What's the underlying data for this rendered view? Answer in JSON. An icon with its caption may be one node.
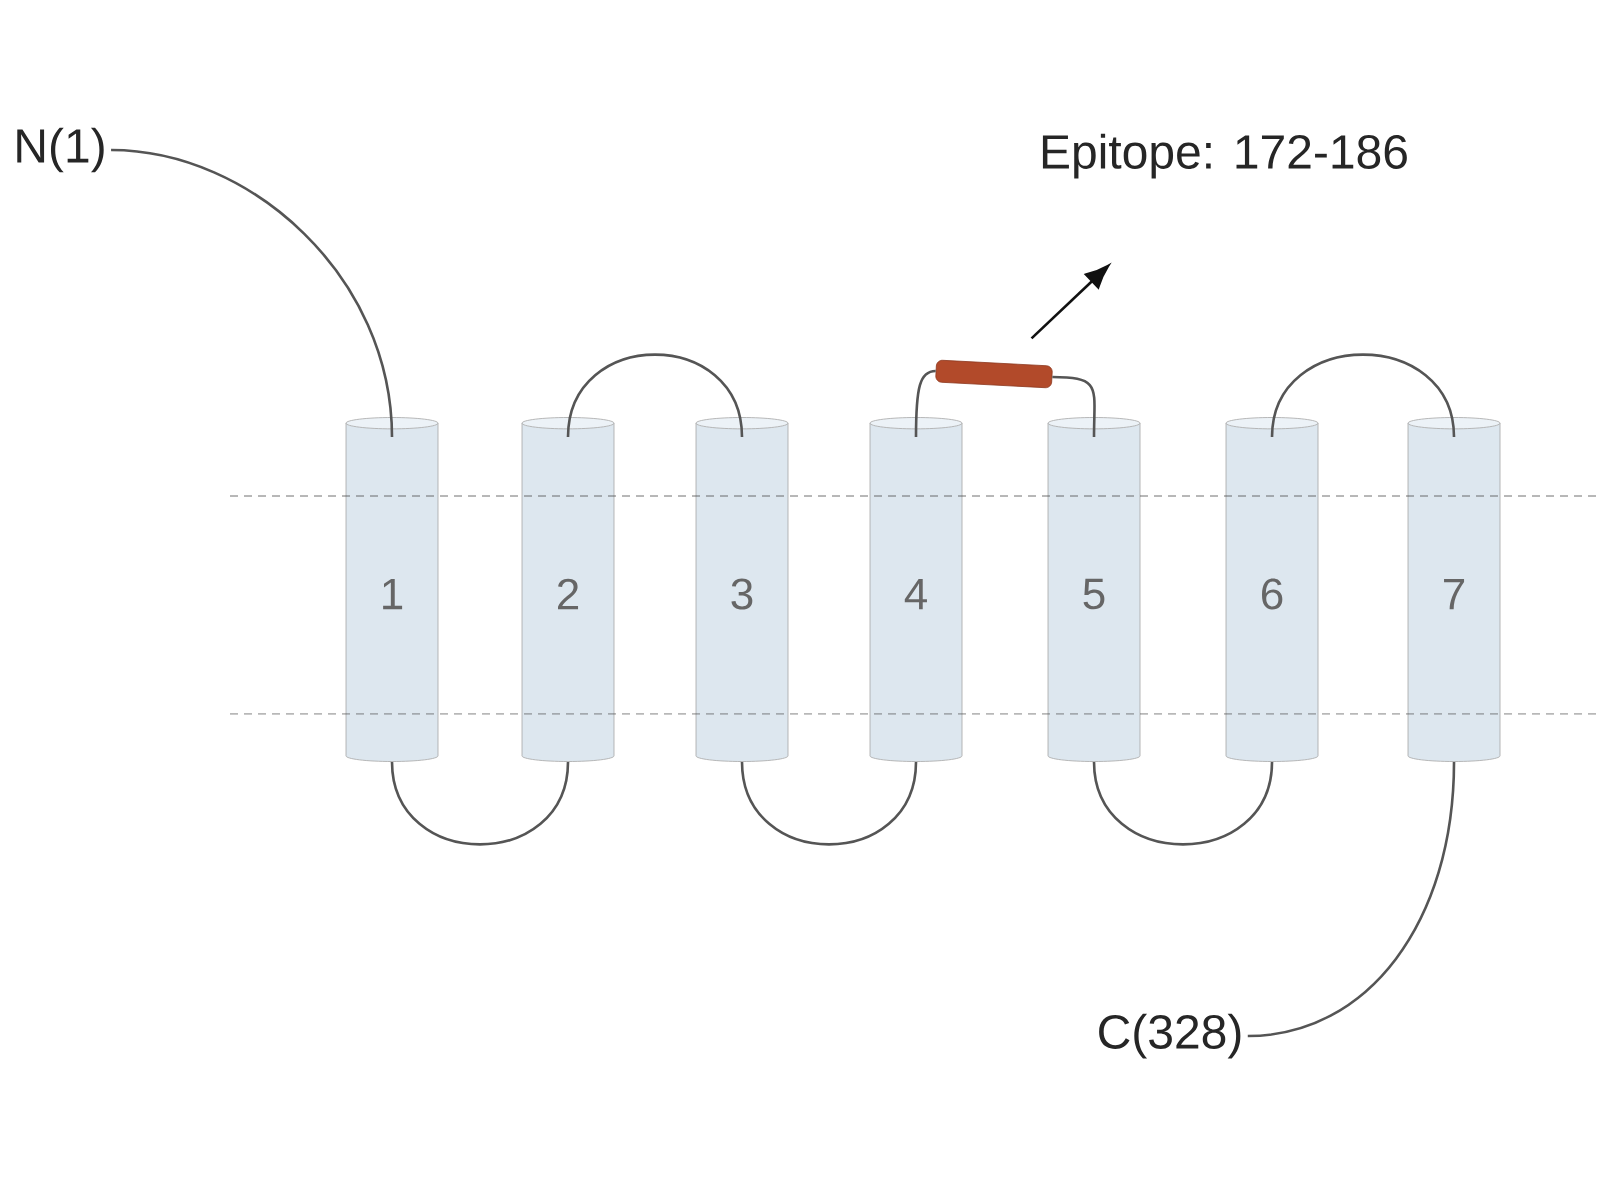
{
  "diagram": {
    "nodes": [
      {
        "text": [
          "N(1)"
        ]
      },
      {
        "text": [
          "1"
        ]
      },
      {
        "text": [
          "2"
        ]
      },
      {
        "text": [
          "3"
        ]
      },
      {
        "text": [
          "4"
        ]
      },
      {
        "text": [
          "5"
        ]
      },
      {
        "text": [
          "6"
        ]
      },
      {
        "text": [
          "7"
        ]
      },
      {
        "text": [
          "C(328)"
        ]
      },
      {
        "text": [],
        "shape": "bar"
      },
      {
        "text": [
          "Epitope: 172-186"
        ]
      }
    ],
    "edges": [
      {
        "from": 0,
        "to": 1,
        "arrow": "none"
      },
      {
        "from": 1,
        "to": 2,
        "arrow": "none"
      },
      {
        "from": 2,
        "to": 3,
        "arrow": "none"
      },
      {
        "from": 3,
        "to": 4,
        "arrow": "none"
      },
      {
        "from": 4,
        "to": 9,
        "arrow": "none"
      },
      {
        "from": 9,
        "to": 5,
        "arrow": "none"
      },
      {
        "from": 5,
        "to": 6,
        "arrow": "none"
      },
      {
        "from": 6,
        "to": 7,
        "arrow": "none"
      },
      {
        "from": 7,
        "to": 8,
        "arrow": "none"
      },
      {
        "from": 9,
        "to": 10,
        "arrow": "to",
        "color": "#111111"
      }
    ]
  }
}
